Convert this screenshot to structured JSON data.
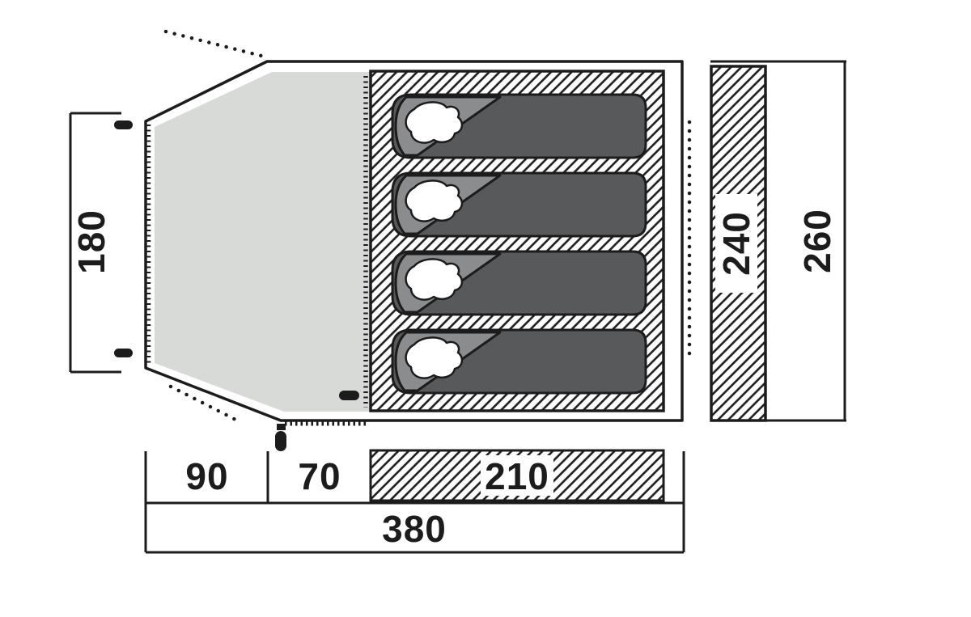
{
  "diagram": {
    "type": "tent-floorplan-top-view",
    "dimensions": {
      "inner_width": "180",
      "inner_depth": "240",
      "outer_depth": "260",
      "front_section": "90",
      "mid_section": "70",
      "inner_length": "210",
      "total_length": "380"
    },
    "colors": {
      "line": "#1c1c1c",
      "porch_fill": "#d8dad8",
      "bag_body": "#58595b",
      "bag_fold": "#8a8c8e",
      "pillow_fill": "#ffffff",
      "background": "#ffffff"
    },
    "sleeping_bags": 4
  }
}
